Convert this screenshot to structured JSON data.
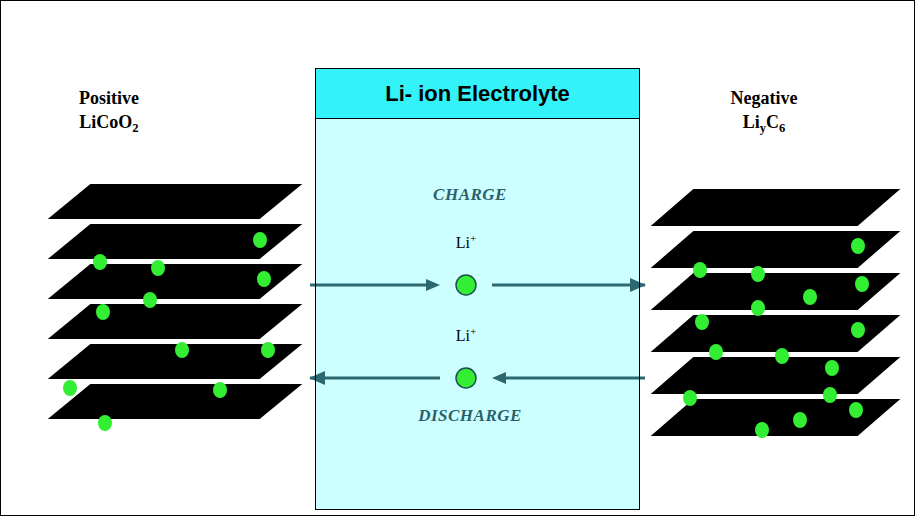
{
  "diagram": {
    "nodes": [
      {
        "text": [
          "Positive",
          "LiCoO2"
        ]
      },
      {
        "text": [
          "Li- ion Electrolyte"
        ]
      },
      {
        "text": [
          "Negative",
          "LiyC6"
        ]
      }
    ],
    "edges": [
      {
        "from": 0,
        "to": 2,
        "arrow": "to",
        "label": "Li+"
      },
      {
        "from": 2,
        "to": 0,
        "arrow": "to",
        "label": "Li+"
      }
    ],
    "labels": [
      "CHARGE",
      "DISCHARGE"
    ]
  }
}
